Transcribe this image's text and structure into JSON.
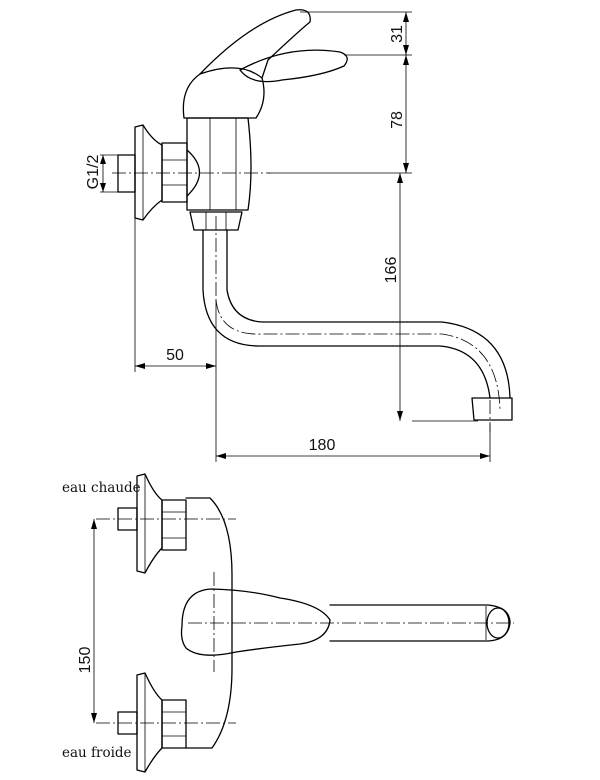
{
  "dimensions": {
    "lever_height": "31",
    "lever_to_inlet_axis": "78",
    "spout_height": "166",
    "inlet_thread": "G1/2",
    "inlet_to_spout_axis": "50",
    "spout_reach": "180",
    "inlet_spacing": "150"
  },
  "labels": {
    "hot_water": "eau chaude",
    "cold_water": "eau froide"
  }
}
